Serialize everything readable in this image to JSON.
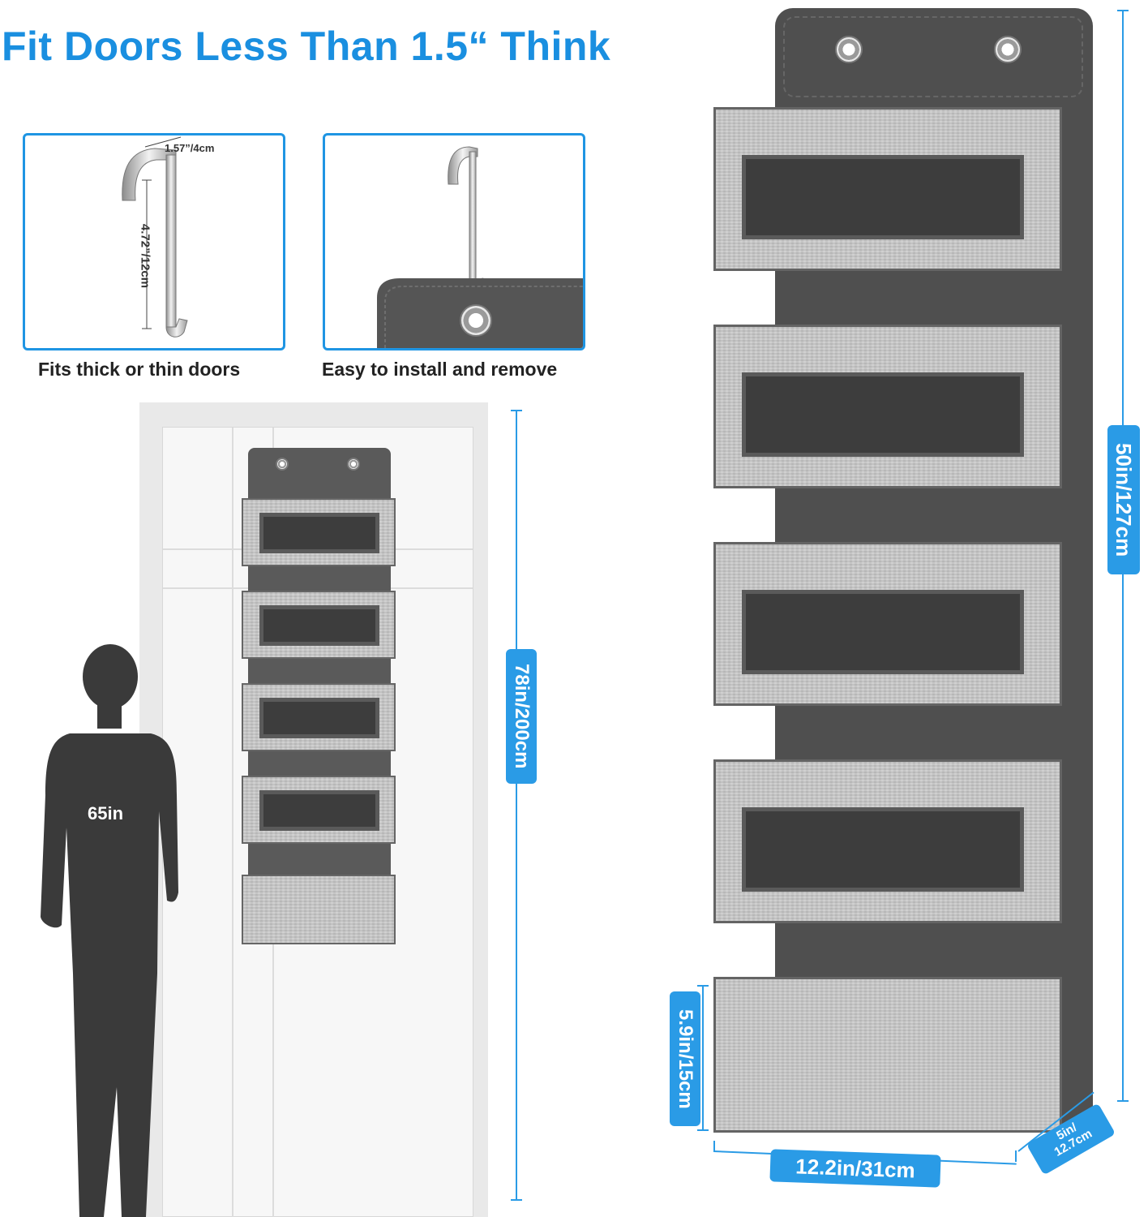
{
  "headline": "Fit Doors Less Than 1.5“ Think",
  "panels": [
    {
      "caption": "Fits thick or thin doors",
      "dims": {
        "width": "1.57”/4cm",
        "height": "4.72”/12cm"
      }
    },
    {
      "caption": "Easy to install and remove"
    }
  ],
  "door_scene": {
    "person_height": "65in",
    "door_height": "78in/200cm"
  },
  "organizer": {
    "height": "50in/127cm",
    "pocket_height": "5.9in/15cm",
    "width": "12.2in/31cm",
    "depth": "5in/\n12.7cm",
    "pocket_count": 5
  },
  "colors": {
    "accent": "#1f95e3",
    "fabric_dark": "#4f4f4f",
    "fabric_light": "#c9c9c9",
    "silhouette": "#3a3a3a"
  },
  "icons": [
    "door-hook-icon",
    "grommet-icon",
    "person-silhouette-icon"
  ]
}
